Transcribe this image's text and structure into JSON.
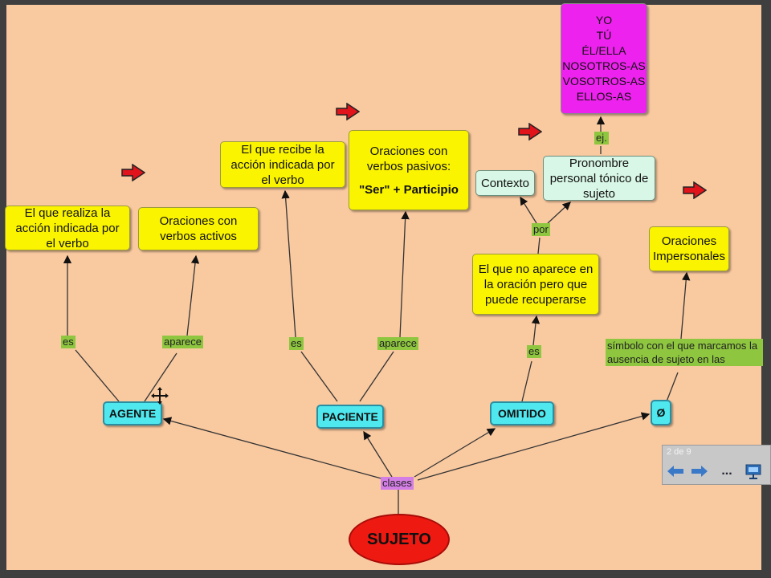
{
  "colors": {
    "background": "#f9c9a0",
    "concept_yellow": "#fbf400",
    "concept_cyan": "#4fe8ee",
    "concept_mint": "#d8f7e6",
    "concept_magenta": "#ee22ee",
    "root_red": "#ee1a12",
    "label_green": "#8ec63f",
    "label_purple": "#d37ee4",
    "accent_arrow": "#e0141a"
  },
  "map": {
    "root": "SUJETO",
    "connector_root": "clases",
    "classes": {
      "agente": "AGENTE",
      "paciente": "PACIENTE",
      "omitido": "OMITIDO",
      "cero": "Ø"
    },
    "agente_links": {
      "es": "es",
      "aparece": "aparece"
    },
    "agente_nodes": {
      "realiza": "El que realiza la acción indicada por el verbo",
      "activos": "Oraciones con verbos activos"
    },
    "paciente_links": {
      "es": "es",
      "aparece": "aparece"
    },
    "paciente_nodes": {
      "recibe": "El que recibe la acción indicada por el verbo",
      "pasivos_line1": "Oraciones con verbos pasivos:",
      "pasivos_line2": "\"Ser\" + Participio"
    },
    "omitido_links": {
      "es": "es",
      "por": "por",
      "ej": "ej."
    },
    "omitido_nodes": {
      "no_aparece": "El que no aparece en la oración pero que puede recuperarse",
      "contexto": "Contexto",
      "pronombre": "Pronombre personal tónico de sujeto",
      "pronombres": [
        "YO",
        "TÚ",
        "ÉL/ELLA",
        "NOSOTROS-AS",
        "VOSOTROS-AS",
        "ELLOS-AS"
      ]
    },
    "cero_link": "símbolo con el que marcamos la ausencia de sujeto en las",
    "cero_node": "Oraciones Impersonales"
  },
  "icons": [
    "red-arrow-icon",
    "move-cursor-icon",
    "nav-back-icon",
    "nav-forward-icon",
    "more-icon",
    "presentation-icon"
  ],
  "nav_panel": {
    "page_indicator": "2 de 9",
    "more_label": "..."
  }
}
